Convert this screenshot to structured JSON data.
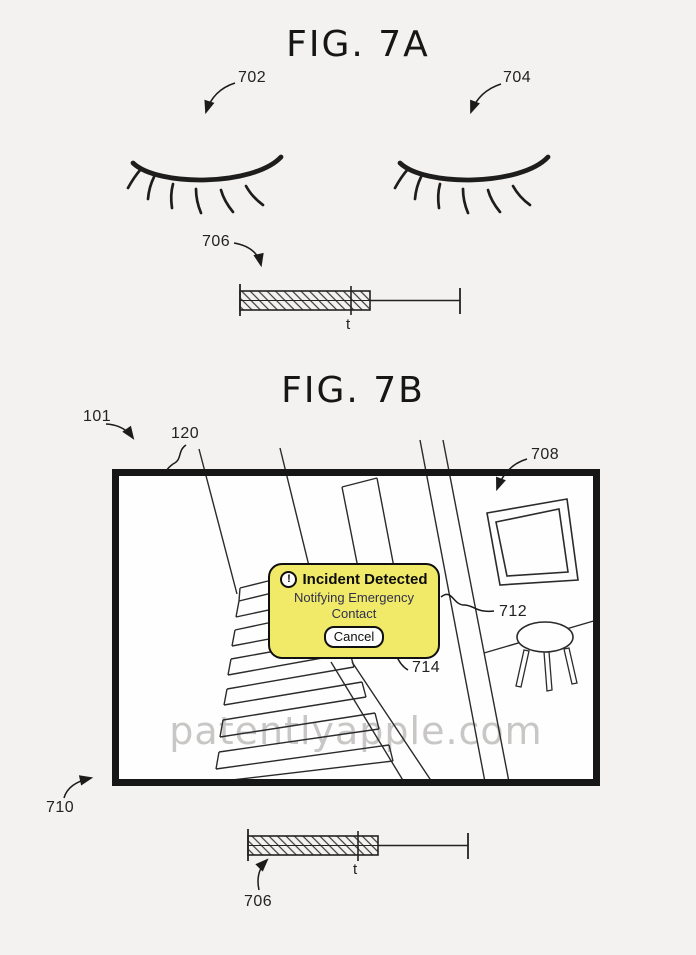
{
  "page": {
    "background": "#f3f2f0",
    "line_color": "#1d1d1d",
    "watermark": "patentlyapple.com",
    "watermark_color": "#c8c7c5"
  },
  "fig7a": {
    "title": "FIG. 7A",
    "refs": {
      "left_eye": "702",
      "right_eye": "704",
      "timeline": "706"
    },
    "timeline": {
      "axis_label": "t"
    }
  },
  "fig7b": {
    "title": "FIG. 7B",
    "refs": {
      "device": "101",
      "display": "120",
      "scene": "708",
      "video_frame": "710",
      "alert": "712",
      "cancel": "714",
      "timeline": "706"
    },
    "alert": {
      "icon": "!",
      "title": "Incident Detected",
      "message_line1": "Notifying Emergency",
      "message_line2": "Contact",
      "cancel_label": "Cancel",
      "background": "#f1ea69"
    },
    "timeline": {
      "axis_label": "t"
    }
  }
}
